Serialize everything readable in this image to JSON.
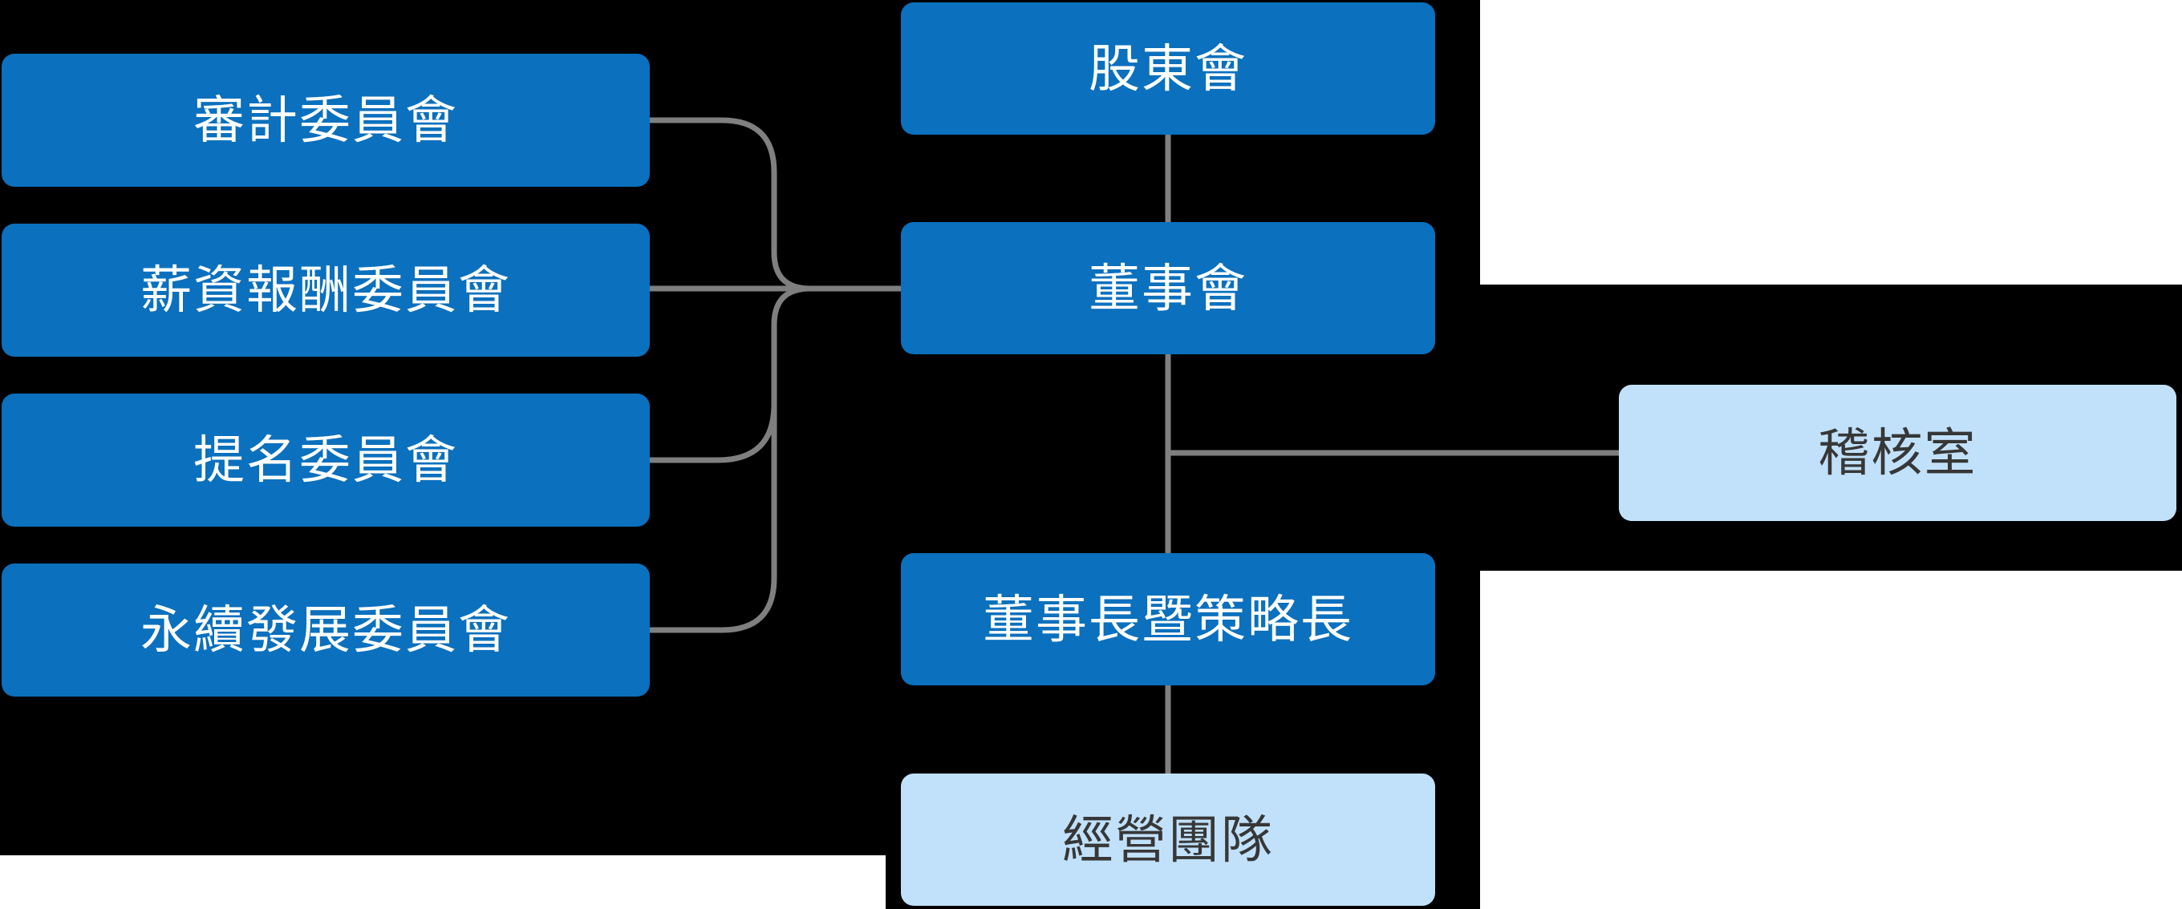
{
  "diagram": {
    "type": "org-chart",
    "language": "zh-TW",
    "colors": {
      "primary_node": "#0b70bd",
      "light_node": "#c1e1fb",
      "primary_node_text": "#ffffff",
      "light_node_text": "#373737",
      "connector_line": "#7f7f7f",
      "backdrop_black": "#000000",
      "backdrop_white": "#ffffff"
    },
    "committees": [
      {
        "label": "審計委員會"
      },
      {
        "label": "薪資報酬委員會"
      },
      {
        "label": "提名委員會"
      },
      {
        "label": "永續發展委員會"
      }
    ],
    "hierarchy": [
      {
        "label": "股東會"
      },
      {
        "label": "董事會"
      },
      {
        "label": "董事長暨策略長"
      },
      {
        "label": "經營團隊"
      }
    ],
    "audit_office": {
      "label": "稽核室"
    },
    "relations": [
      "股東會 → 董事會",
      "董事會 → 董事長暨策略長",
      "董事長暨策略長 → 經營團隊",
      "審計委員會/薪資報酬委員會/提名委員會/永續發展委員會 — 董事會",
      "董事會 — 稽核室"
    ]
  }
}
